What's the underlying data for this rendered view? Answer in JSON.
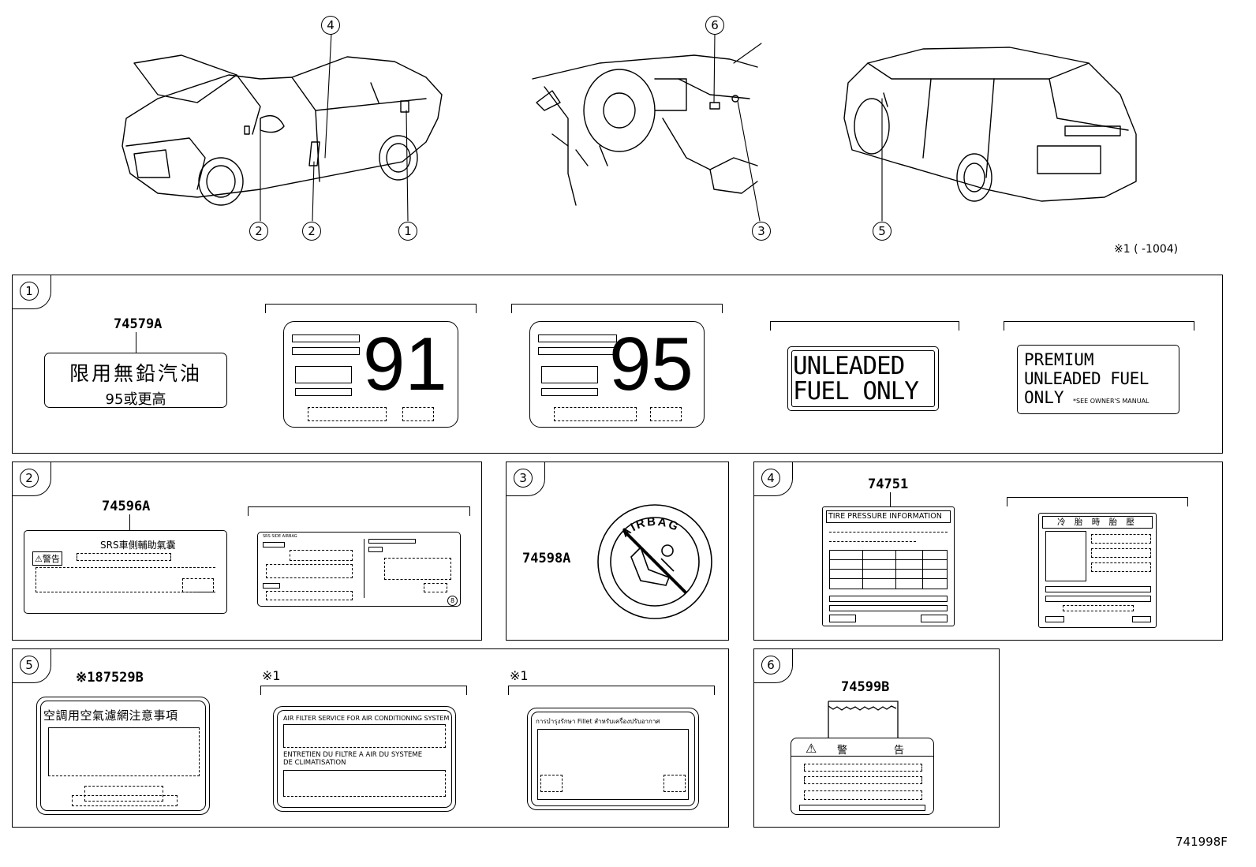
{
  "callouts": {
    "c1": "1",
    "c2": "2",
    "c3": "3",
    "c4": "4",
    "c5": "5",
    "c6": "6"
  },
  "note": "※1 (     -1004)",
  "panel1": {
    "num": "1",
    "part_a": "74579A",
    "label_a_line1": "限用無鉛汽油",
    "label_a_line2": "95或更高",
    "octane_91": "91",
    "octane_95": "95",
    "unleaded_line1": "UNLEADED",
    "unleaded_line2": "FUEL ONLY",
    "premium_line1": "PREMIUM",
    "premium_line2": "UNLEADED FUEL",
    "premium_line3": "ONLY",
    "premium_note": "*SEE OWNER'S MANUAL"
  },
  "panel2": {
    "num": "2",
    "part": "74596A",
    "label_title": "SRS車側輔助氣囊",
    "warn": "⚠警告",
    "en_title": "SRS SIDE AIRBAG",
    "circle_mark": "8"
  },
  "panel3": {
    "num": "3",
    "part": "74598A",
    "airbag_text": "AIRBAG"
  },
  "panel4": {
    "num": "4",
    "part": "74751",
    "tire_title": "TIRE PRESSURE INFORMATION",
    "cold_title": "冷 胎 時 胎 壓"
  },
  "panel5": {
    "num": "5",
    "part": "※187529B",
    "zh_title": "空調用空氣濾網注意事項",
    "mark1": "※1",
    "mark2": "※1",
    "en_title": "AIR FILTER SERVICE FOR AIR CONDITIONING SYSTEM",
    "fr_line1": "ENTRETIEN DU FILTRE A AIR DU SYSTEME",
    "fr_line2": "DE CLIMATISATION",
    "th_title": "การบำรุงรักษา Fillet สำหรับเครื่องปรับอากาศ"
  },
  "panel6": {
    "num": "6",
    "part": "74599B",
    "warn_a": "警",
    "warn_b": "告"
  },
  "figure_id": "741998F"
}
